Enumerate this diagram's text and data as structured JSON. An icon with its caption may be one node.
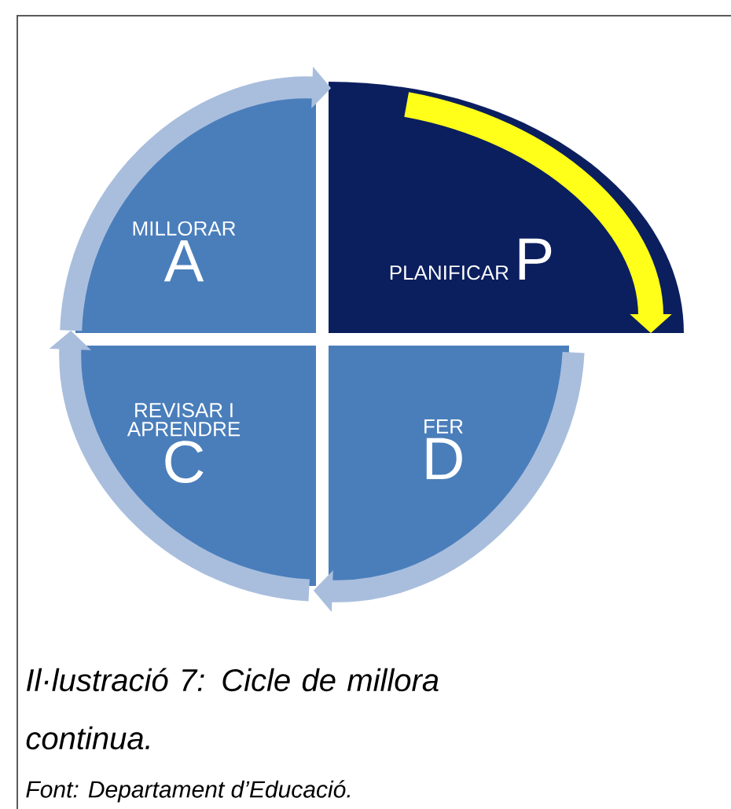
{
  "diagram": {
    "caption": "Il·lustració 7: Cicle de millora continua.",
    "nodes": [
      {
        "text": [
          "MILLORAR",
          "A"
        ]
      },
      {
        "text": [
          "PLANIFICAR",
          "P"
        ]
      },
      {
        "text": [
          "REVISAR I APRENDRE",
          "C"
        ]
      },
      {
        "text": [
          "FER",
          "D"
        ]
      }
    ],
    "edges": [
      {
        "from": 0,
        "to": 1,
        "arrow": "to"
      },
      {
        "from": 3,
        "to": 2,
        "arrow": "to"
      },
      {
        "from": 2,
        "to": 0,
        "arrow": "to"
      }
    ],
    "labels": [
      "Font: Departament d’Educació."
    ]
  }
}
